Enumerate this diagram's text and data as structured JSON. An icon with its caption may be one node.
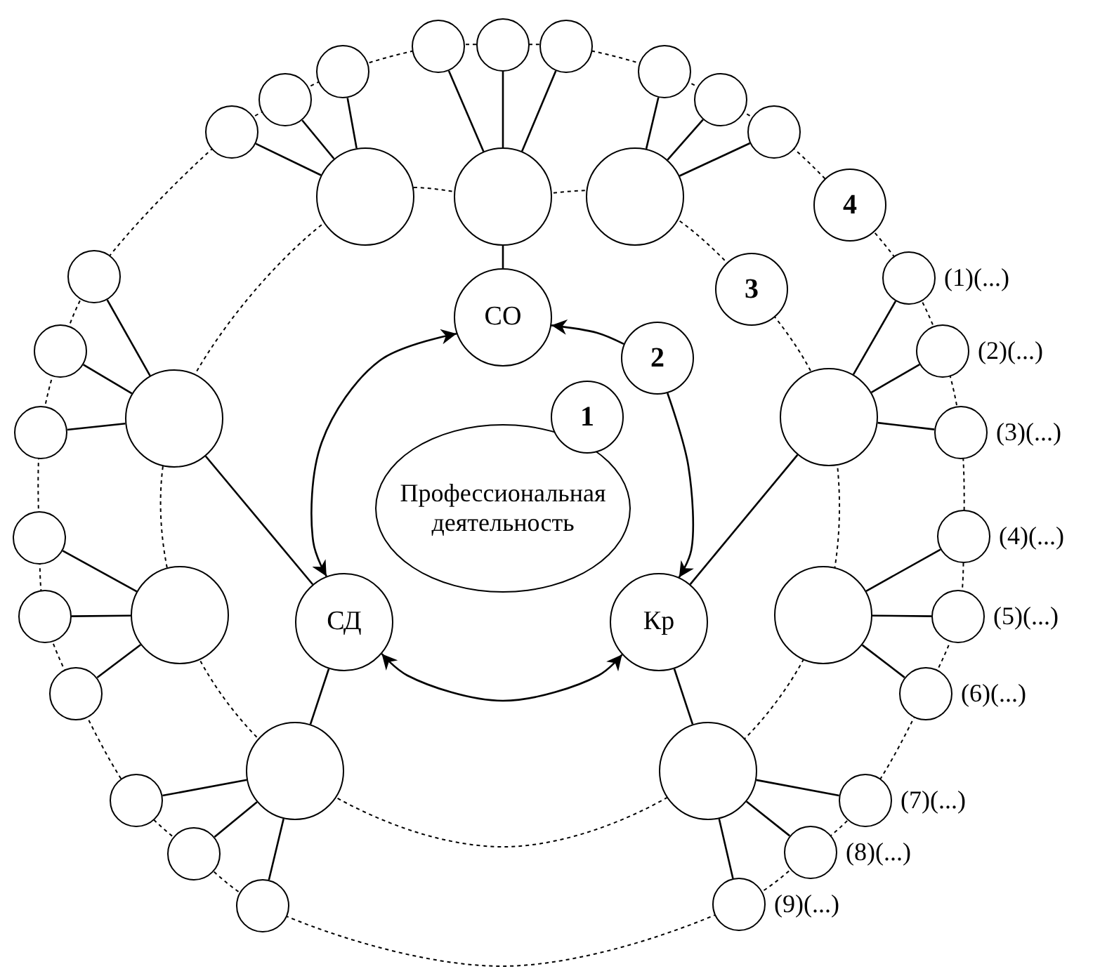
{
  "diagram": {
    "nodes": [
      {
        "text": [
          "Профессиональная деятельность"
        ]
      },
      {
        "text": [
          "1"
        ]
      },
      {
        "text": [
          "СО"
        ]
      },
      {
        "text": [
          "2"
        ]
      },
      {
        "text": [
          "СД"
        ]
      },
      {
        "text": [
          "Кр"
        ]
      },
      {
        "text": [
          "3"
        ]
      },
      {
        "text": [
          "4"
        ]
      },
      {
        "text": [],
        "shape": "circle"
      },
      {
        "text": [],
        "shape": "circle"
      },
      {
        "text": [],
        "shape": "circle"
      },
      {
        "text": [],
        "shape": "circle"
      },
      {
        "text": [],
        "shape": "circle"
      },
      {
        "text": [],
        "shape": "circle"
      },
      {
        "text": [],
        "shape": "circle"
      },
      {
        "text": [],
        "shape": "circle"
      },
      {
        "text": [],
        "shape": "circle"
      },
      {
        "text": [],
        "shape": "circle"
      },
      {
        "text": [],
        "shape": "circle"
      },
      {
        "text": [],
        "shape": "circle"
      },
      {
        "text": [],
        "shape": "circle"
      },
      {
        "text": [],
        "shape": "circle"
      },
      {
        "text": [],
        "shape": "circle"
      },
      {
        "text": [],
        "shape": "circle"
      },
      {
        "text": [],
        "shape": "circle"
      },
      {
        "text": [],
        "shape": "circle"
      },
      {
        "text": [],
        "shape": "circle"
      },
      {
        "text": [],
        "shape": "circle"
      },
      {
        "text": [],
        "shape": "circle"
      },
      {
        "text": [],
        "shape": "circle",
        "beside": [
          "(1)(...)"
        ]
      },
      {
        "text": [],
        "shape": "circle",
        "beside": [
          "(2)(...)"
        ]
      },
      {
        "text": [],
        "shape": "circle",
        "beside": [
          "(3)(...)"
        ]
      },
      {
        "text": [],
        "shape": "circle"
      },
      {
        "text": [],
        "shape": "circle"
      },
      {
        "text": [],
        "shape": "circle"
      },
      {
        "text": [],
        "shape": "circle",
        "beside": [
          "(4)(...)"
        ]
      },
      {
        "text": [],
        "shape": "circle",
        "beside": [
          "(5)(...)"
        ]
      },
      {
        "text": [],
        "shape": "circle",
        "beside": [
          "(6)(...)"
        ]
      },
      {
        "text": [],
        "shape": "circle"
      },
      {
        "text": [],
        "shape": "circle"
      },
      {
        "text": [],
        "shape": "circle"
      },
      {
        "text": [],
        "shape": "circle",
        "beside": [
          "(7)(...)"
        ]
      },
      {
        "text": [],
        "shape": "circle",
        "beside": [
          "(8)(...)"
        ]
      },
      {
        "text": [],
        "shape": "circle",
        "beside": [
          "(9)(...)"
        ]
      }
    ],
    "edges": [
      {
        "from": 4,
        "to": 2,
        "arrow": "both"
      },
      {
        "from": 3,
        "to": 2,
        "arrow": "to"
      },
      {
        "from": 3,
        "to": 5,
        "arrow": "to"
      },
      {
        "from": 4,
        "to": 5,
        "arrow": "both"
      },
      {
        "from": 9,
        "to": 2,
        "arrow": "none"
      },
      {
        "from": 4,
        "to": 11,
        "arrow": "none"
      },
      {
        "from": 4,
        "to": 15,
        "arrow": "none"
      },
      {
        "from": 5,
        "to": 12,
        "arrow": "none"
      },
      {
        "from": 5,
        "to": 16,
        "arrow": "none"
      },
      {
        "from": 8,
        "to": 17,
        "arrow": "none"
      },
      {
        "from": 8,
        "to": 18,
        "arrow": "none"
      },
      {
        "from": 8,
        "to": 19,
        "arrow": "none"
      },
      {
        "from": 9,
        "to": 20,
        "arrow": "none"
      },
      {
        "from": 9,
        "to": 21,
        "arrow": "none"
      },
      {
        "from": 9,
        "to": 22,
        "arrow": "none"
      },
      {
        "from": 10,
        "to": 23,
        "arrow": "none"
      },
      {
        "from": 10,
        "to": 24,
        "arrow": "none"
      },
      {
        "from": 10,
        "to": 25,
        "arrow": "none"
      },
      {
        "from": 11,
        "to": 26,
        "arrow": "none"
      },
      {
        "from": 11,
        "to": 27,
        "arrow": "none"
      },
      {
        "from": 11,
        "to": 28,
        "arrow": "none"
      },
      {
        "from": 12,
        "to": 29,
        "arrow": "none"
      },
      {
        "from": 12,
        "to": 30,
        "arrow": "none"
      },
      {
        "from": 12,
        "to": 31,
        "arrow": "none"
      },
      {
        "from": 13,
        "to": 32,
        "arrow": "none"
      },
      {
        "from": 13,
        "to": 33,
        "arrow": "none"
      },
      {
        "from": 13,
        "to": 34,
        "arrow": "none"
      },
      {
        "from": 14,
        "to": 35,
        "arrow": "none"
      },
      {
        "from": 14,
        "to": 36,
        "arrow": "none"
      },
      {
        "from": 14,
        "to": 37,
        "arrow": "none"
      },
      {
        "from": 15,
        "to": 38,
        "arrow": "none"
      },
      {
        "from": 15,
        "to": 39,
        "arrow": "none"
      },
      {
        "from": 15,
        "to": 40,
        "arrow": "none"
      },
      {
        "from": 16,
        "to": 41,
        "arrow": "none"
      },
      {
        "from": 16,
        "to": 42,
        "arrow": "none"
      },
      {
        "from": 16,
        "to": 43,
        "arrow": "none"
      }
    ]
  }
}
